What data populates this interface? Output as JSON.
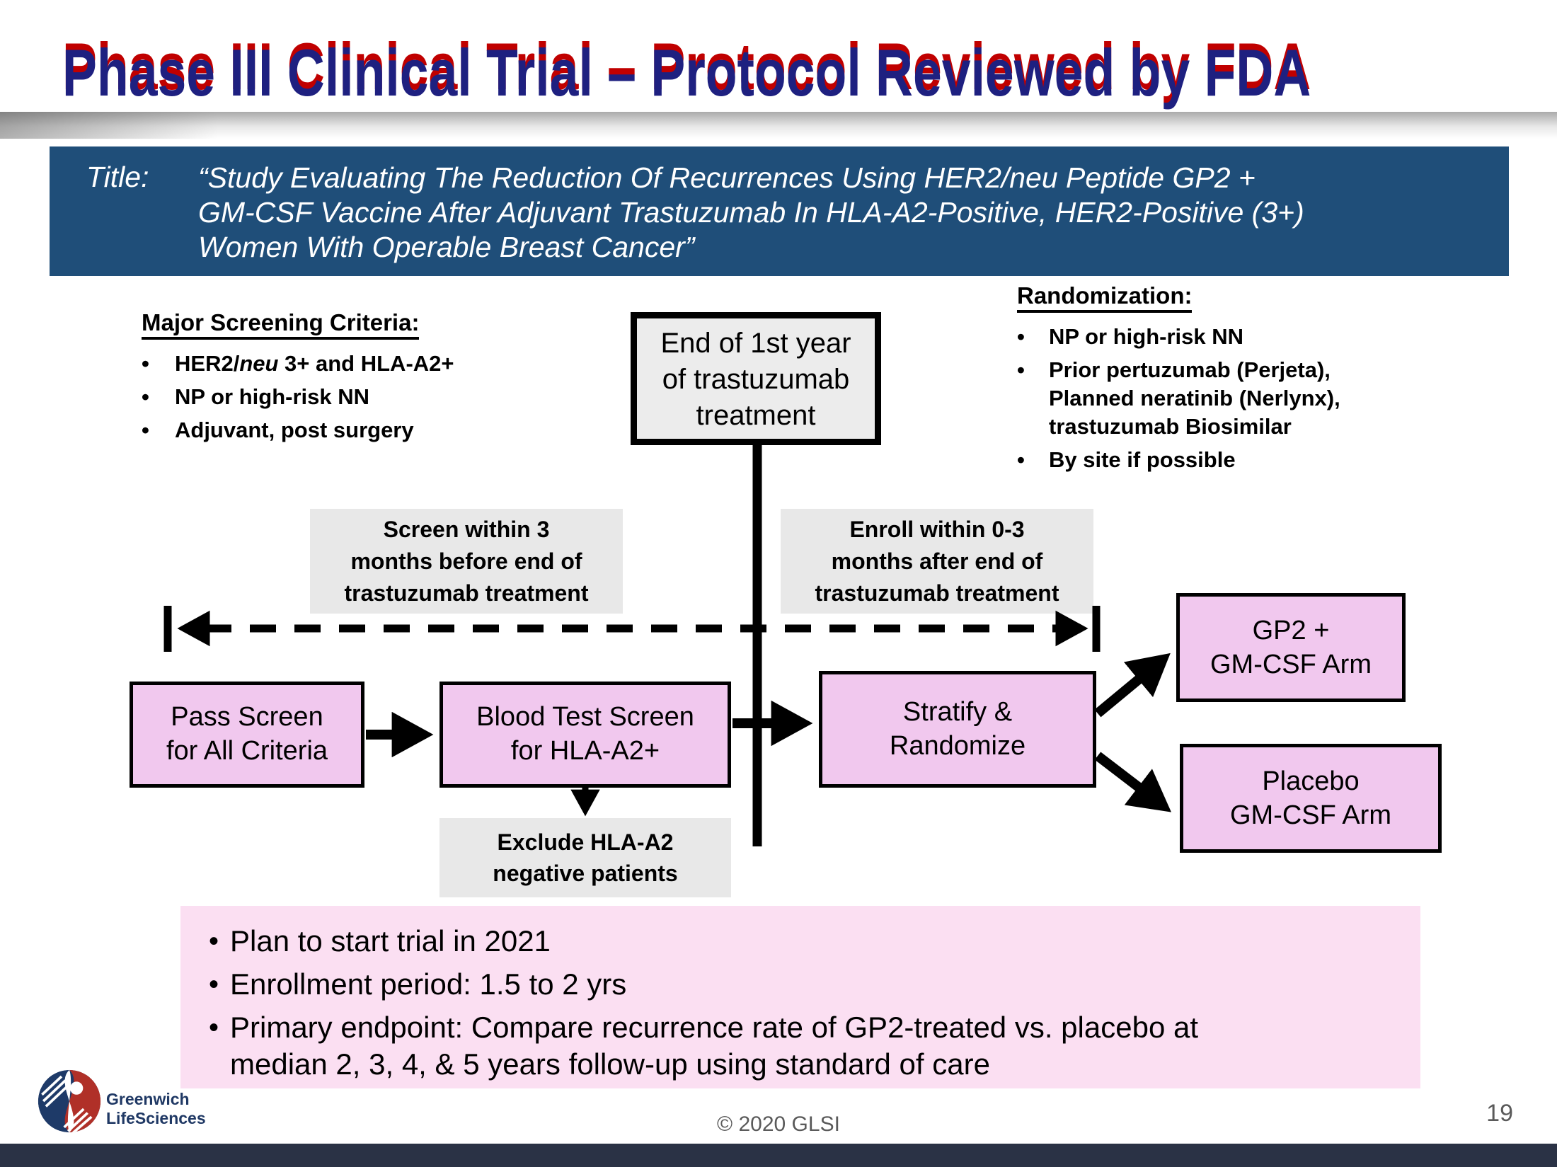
{
  "ui": {
    "bullet": "•"
  },
  "header": {
    "title": "Phase III Clinical Trial – Protocol Reviewed by FDA"
  },
  "title_box": {
    "label": "Title:",
    "line1": "“Study Evaluating The Reduction Of Recurrences Using HER2/neu Peptide GP2 +",
    "line2": "GM-CSF Vaccine After Adjuvant Trastuzumab In HLA-A2-Positive, HER2-Positive (3+)",
    "line3": "Women With Operable Breast Cancer”"
  },
  "screening": {
    "heading": "Major Screening Criteria:",
    "item1_pre": "HER2/",
    "item1_italic": "neu",
    "item1_post": " 3+ and HLA-A2+",
    "item2": "NP or high-risk NN",
    "item3": "Adjuvant, post surgery"
  },
  "randomization": {
    "heading": "Randomization:",
    "item1": "NP or high-risk NN",
    "item2": "Prior pertuzumab (Perjeta),\nPlanned neratinib (Nerlynx),\ntrastuzumab Biosimilar",
    "item3": "By site if possible"
  },
  "flow": {
    "end_box": "End of 1st year\nof trastuzumab\ntreatment",
    "screen_window": "Screen within 3\nmonths before end of\ntrastuzumab treatment",
    "enroll_window": "Enroll within 0-3\nmonths after end of\ntrastuzumab treatment",
    "pass_screen": "Pass Screen\nfor All Criteria",
    "blood_test": "Blood Test Screen\nfor HLA-A2+",
    "exclude": "Exclude HLA-A2\nnegative patients",
    "stratify": "Stratify &\nRandomize",
    "gp2_arm": "GP2 +\nGM-CSF Arm",
    "placebo_arm": "Placebo\nGM-CSF Arm"
  },
  "summary": {
    "item1": "Plan to start trial in 2021",
    "item2": "Enrollment period: 1.5 to 2 yrs",
    "item3": "Primary endpoint: Compare recurrence rate of GP2-treated vs. placebo at\nmedian 2, 3, 4, & 5 years follow-up using standard of care"
  },
  "footer": {
    "logo_line1": "Greenwich",
    "logo_line2": "LifeSciences",
    "copyright": "© 2020 GLSI",
    "page_number": "19"
  },
  "colors": {
    "title_navy": "#1e2080",
    "panel_navy": "#1f4e79",
    "flow_pink": "#f1c8ee",
    "summary_pink": "#fbdff2",
    "grey_box": "#ececec",
    "footer_bar": "#2a3245",
    "red_accent": "#c00000"
  }
}
